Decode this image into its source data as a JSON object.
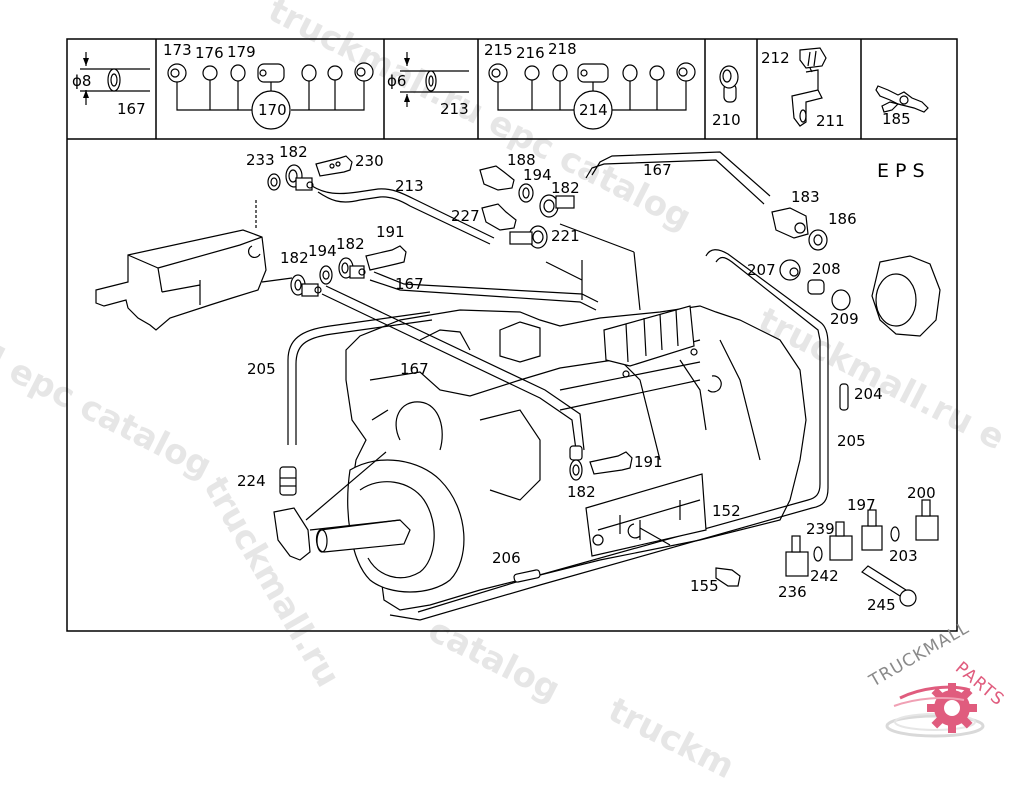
{
  "diagram": {
    "title": "EPS",
    "header_cells": [
      {
        "id": "cell-pipe-8",
        "diameter_label": "ϕ8",
        "part": "167"
      },
      {
        "id": "cell-kit-170",
        "parts": [
          "173",
          "176",
          "179"
        ],
        "kit": "170"
      },
      {
        "id": "cell-pipe-6",
        "diameter_label": "ϕ6",
        "part": "213"
      },
      {
        "id": "cell-kit-214",
        "parts": [
          "215",
          "216",
          "218"
        ],
        "kit": "214"
      },
      {
        "id": "cell-210",
        "part": "210"
      },
      {
        "id": "cell-bracket",
        "parts": [
          "212",
          "211"
        ]
      },
      {
        "id": "cell-185",
        "part": "185"
      }
    ],
    "callouts": [
      "233",
      "182",
      "230",
      "213",
      "188",
      "194",
      "182",
      "167",
      "227",
      "221",
      "183",
      "186",
      "182",
      "194",
      "182",
      "191",
      "167",
      "207",
      "208",
      "209",
      "205",
      "167",
      "204",
      "205",
      "224",
      "191",
      "182",
      "152",
      "197",
      "200",
      "239",
      "203",
      "206",
      "155",
      "242",
      "236",
      "245"
    ]
  },
  "watermarks": {
    "text_a": "truckmall.ru epc catalog",
    "text_b": "l epc catalog",
    "text_c": "truckmall.ru e",
    "text_d": "catalog",
    "text_e": "truckm"
  },
  "logo": {
    "text_dark": "TRUCKMALL",
    "text_accent": "PARTS",
    "accent_color": "#e05c7e",
    "dark_color": "#888888"
  }
}
